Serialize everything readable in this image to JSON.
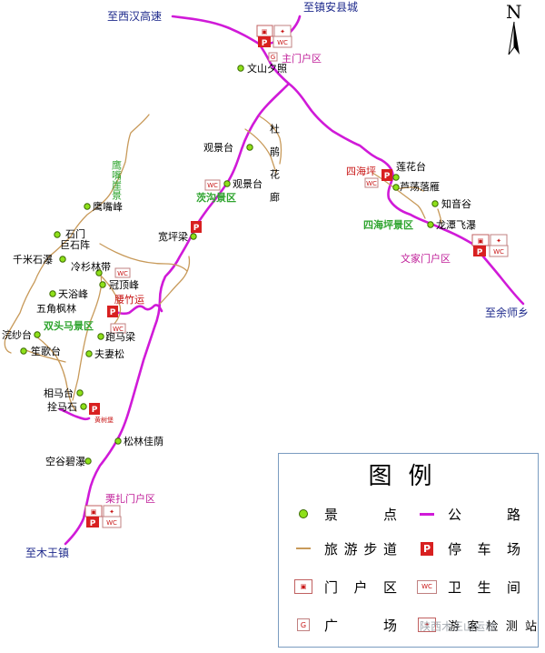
{
  "compass": {
    "north_label": "N"
  },
  "roads_labels": {
    "to_xihan": "至西汉高速",
    "to_zhenan": "至镇安县城",
    "to_yushi": "至余师乡",
    "to_muwang": "至木王镇"
  },
  "gates": {
    "main": "主门户区",
    "wenjia": "文家门户区",
    "lizha": "栗扎门户区"
  },
  "areas": {
    "tanxi": "茨沟景区",
    "sihaiping": "四海坪景区",
    "shuangtouma": "双头马景区",
    "yaozhuyun": "腰竹运",
    "sihaiping_red": "四海坪",
    "yingzuiya_vertical": "鹰嘴崖景",
    "dujuan_corridor": "杜鹃花廊"
  },
  "spots": {
    "wenshan": "文山夕照",
    "guanjingtai1": "观景台",
    "guanjingtai2": "观景台",
    "lianhuatai": "莲花台",
    "luhua": "芦荡落雁",
    "zhiyingu": "知音谷",
    "longtan": "龙潭飞瀑",
    "yingzuifeng": "鹰嘴峰",
    "kuanpingliang": "宽坪梁",
    "shimen": "石门",
    "jushizhen": "巨石阵",
    "qianmishi": "千米石瀑",
    "lengshan": "冷杉林带",
    "guandingfeng": "冠顶峰",
    "tianyufeng": "天浴峰",
    "wujiaofenglin": "五角枫林",
    "wanshatai": "浣纱台",
    "shenguotai": "笙歌台",
    "paomaliang": "跑马梁",
    "fuqisong": "夫妻松",
    "xiangmatai": "相马台",
    "shuanmashi": "拴马石",
    "songlinjiayin": "松林佳荫",
    "konggu": "空谷碧瀑"
  },
  "small_labels": {
    "wc": "WC",
    "p": "P",
    "g": "G",
    "huoshu": "黄树堡"
  },
  "legend": {
    "title": "图例",
    "items": {
      "spot": "景点",
      "road": "公路",
      "trail": "旅游步道",
      "parking": "停车场",
      "gate": "门户区",
      "toilet": "卫生间",
      "square": "广场",
      "check": "游客检测站"
    }
  },
  "watermark": "陕西木王山运动",
  "colors": {
    "road": "#d01ad8",
    "trail": "#c89a5a",
    "spot": "#8ee01a",
    "area_label": "#2ea42e",
    "gate_label": "#c0209a",
    "road_label": "#1e2a8c",
    "parking": "#d82020"
  }
}
